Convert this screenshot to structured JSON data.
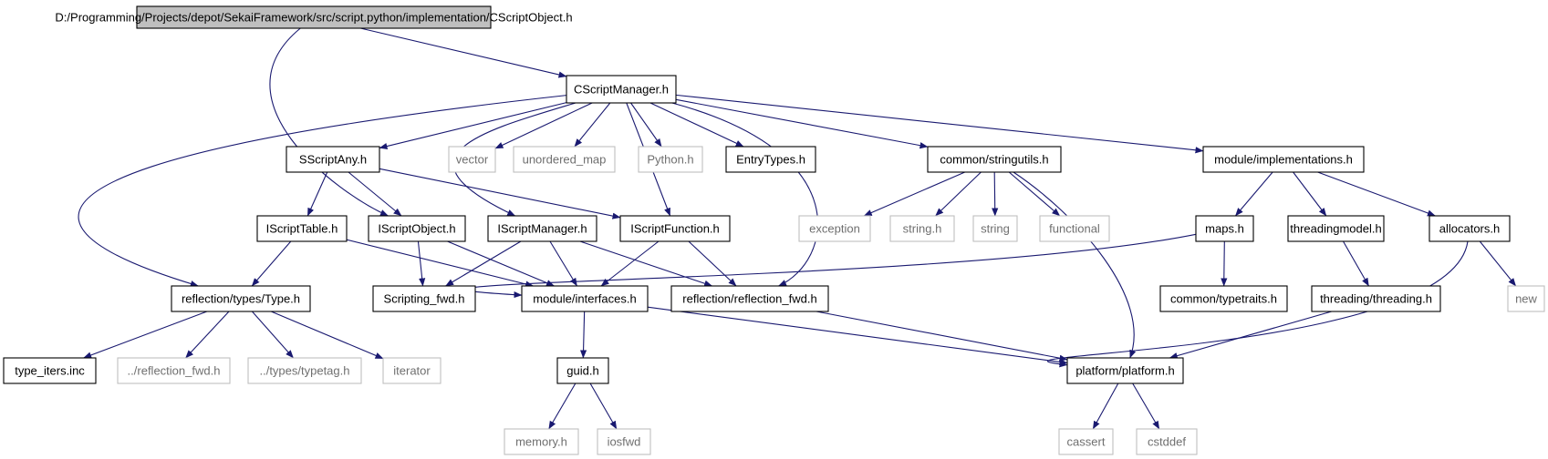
{
  "graph": {
    "colors": {
      "edge": "#191970",
      "root_fill": "#bfbfbf",
      "external_border": "#bfbfbf",
      "external_text": "#6f6f6f"
    },
    "nodes": [
      {
        "id": "root",
        "label": "D:/Programming/Projects/depot/SekaiFramework/src/script.python/implementation/CScriptObject.h",
        "kind": "root"
      },
      {
        "id": "csm",
        "label": "CScriptManager.h",
        "kind": "local"
      },
      {
        "id": "ssa",
        "label": "SScriptAny.h",
        "kind": "local"
      },
      {
        "id": "vec",
        "label": "vector",
        "kind": "external"
      },
      {
        "id": "umap",
        "label": "unordered_map",
        "kind": "external"
      },
      {
        "id": "py",
        "label": "Python.h",
        "kind": "external"
      },
      {
        "id": "et",
        "label": "EntryTypes.h",
        "kind": "local"
      },
      {
        "id": "su",
        "label": "common/stringutils.h",
        "kind": "local"
      },
      {
        "id": "mi",
        "label": "module/implementations.h",
        "kind": "local"
      },
      {
        "id": "ist",
        "label": "IScriptTable.h",
        "kind": "local"
      },
      {
        "id": "iso",
        "label": "IScriptObject.h",
        "kind": "local"
      },
      {
        "id": "ism",
        "label": "IScriptManager.h",
        "kind": "local"
      },
      {
        "id": "isf",
        "label": "IScriptFunction.h",
        "kind": "local"
      },
      {
        "id": "exc",
        "label": "exception",
        "kind": "external"
      },
      {
        "id": "strh",
        "label": "string.h",
        "kind": "external"
      },
      {
        "id": "str",
        "label": "string",
        "kind": "external"
      },
      {
        "id": "func",
        "label": "functional",
        "kind": "external"
      },
      {
        "id": "maps",
        "label": "maps.h",
        "kind": "local"
      },
      {
        "id": "tm",
        "label": "threadingmodel.h",
        "kind": "local"
      },
      {
        "id": "alloc",
        "label": "allocators.h",
        "kind": "local"
      },
      {
        "id": "rtt",
        "label": "reflection/types/Type.h",
        "kind": "local"
      },
      {
        "id": "sfwd",
        "label": "Scripting_fwd.h",
        "kind": "local"
      },
      {
        "id": "mint",
        "label": "module/interfaces.h",
        "kind": "local"
      },
      {
        "id": "rfwd",
        "label": "reflection/reflection_fwd.h",
        "kind": "local"
      },
      {
        "id": "ctt",
        "label": "common/typetraits.h",
        "kind": "local"
      },
      {
        "id": "tt",
        "label": "threading/threading.h",
        "kind": "local"
      },
      {
        "id": "new",
        "label": "new",
        "kind": "external"
      },
      {
        "id": "tii",
        "label": "type_iters.inc",
        "kind": "local"
      },
      {
        "id": "rfwd2",
        "label": "../reflection_fwd.h",
        "kind": "external"
      },
      {
        "id": "ttag",
        "label": "../types/typetag.h",
        "kind": "external"
      },
      {
        "id": "iter",
        "label": "iterator",
        "kind": "external"
      },
      {
        "id": "guid",
        "label": "guid.h",
        "kind": "local"
      },
      {
        "id": "plat",
        "label": "platform/platform.h",
        "kind": "local"
      },
      {
        "id": "mem",
        "label": "memory.h",
        "kind": "external"
      },
      {
        "id": "iosfwd",
        "label": "iosfwd",
        "kind": "external"
      },
      {
        "id": "cassert",
        "label": "cassert",
        "kind": "external"
      },
      {
        "id": "cstddef",
        "label": "cstddef",
        "kind": "external"
      }
    ],
    "edges": [
      [
        "root",
        "csm"
      ],
      [
        "root",
        "iso"
      ],
      [
        "csm",
        "ssa"
      ],
      [
        "csm",
        "vec"
      ],
      [
        "csm",
        "umap"
      ],
      [
        "csm",
        "py"
      ],
      [
        "csm",
        "et"
      ],
      [
        "csm",
        "su"
      ],
      [
        "csm",
        "mi"
      ],
      [
        "csm",
        "rtt"
      ],
      [
        "csm",
        "ism"
      ],
      [
        "csm",
        "isf"
      ],
      [
        "csm",
        "rfwd"
      ],
      [
        "ssa",
        "ist"
      ],
      [
        "ssa",
        "iso"
      ],
      [
        "ssa",
        "isf"
      ],
      [
        "su",
        "exc"
      ],
      [
        "su",
        "strh"
      ],
      [
        "su",
        "str"
      ],
      [
        "su",
        "func"
      ],
      [
        "su",
        "plat"
      ],
      [
        "mi",
        "maps"
      ],
      [
        "mi",
        "tm"
      ],
      [
        "mi",
        "alloc"
      ],
      [
        "ist",
        "rtt"
      ],
      [
        "ist",
        "mint"
      ],
      [
        "iso",
        "sfwd"
      ],
      [
        "iso",
        "mint"
      ],
      [
        "ism",
        "sfwd"
      ],
      [
        "ism",
        "mint"
      ],
      [
        "ism",
        "rfwd"
      ],
      [
        "isf",
        "mint"
      ],
      [
        "isf",
        "rfwd"
      ],
      [
        "maps",
        "mint"
      ],
      [
        "maps",
        "ctt"
      ],
      [
        "tm",
        "tt"
      ],
      [
        "alloc",
        "new"
      ],
      [
        "alloc",
        "plat"
      ],
      [
        "rtt",
        "tii"
      ],
      [
        "rtt",
        "rfwd2"
      ],
      [
        "rtt",
        "ttag"
      ],
      [
        "rtt",
        "iter"
      ],
      [
        "mint",
        "guid"
      ],
      [
        "mint",
        "plat"
      ],
      [
        "rfwd",
        "plat"
      ],
      [
        "tt",
        "plat"
      ],
      [
        "guid",
        "mem"
      ],
      [
        "guid",
        "iosfwd"
      ],
      [
        "plat",
        "cassert"
      ],
      [
        "plat",
        "cstddef"
      ]
    ]
  }
}
